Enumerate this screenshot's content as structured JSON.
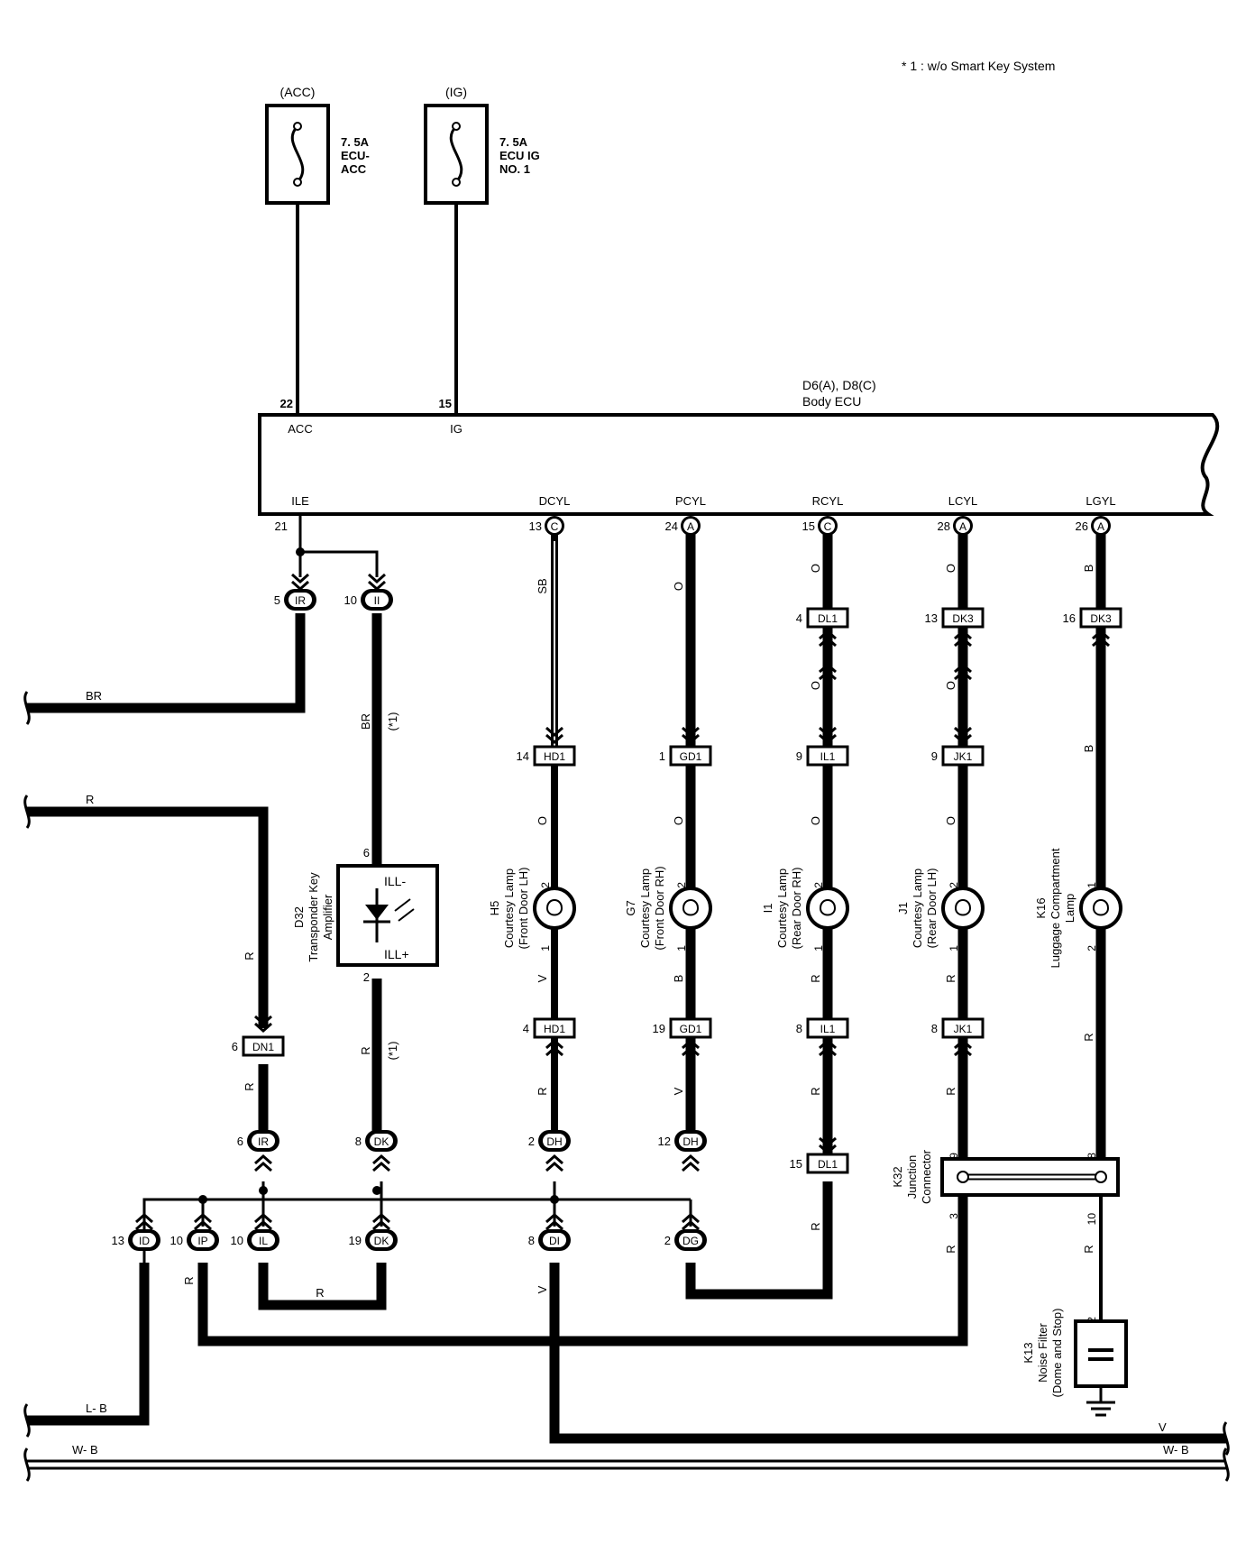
{
  "note": "* 1 : w/o Smart Key System",
  "fuses": [
    {
      "source": "(ACC)",
      "rating": "7. 5A",
      "name": [
        "ECU-",
        "ACC"
      ]
    },
    {
      "source": "(IG)",
      "rating": "7. 5A",
      "name": [
        "ECU IG",
        "NO. 1"
      ]
    }
  ],
  "ecu": {
    "ref": "D6(A), D8(C)",
    "name": "Body ECU",
    "top_pins": [
      {
        "num": "22",
        "label": "ACC"
      },
      {
        "num": "15",
        "label": "IG"
      }
    ],
    "bottom_pins": [
      {
        "num": "21",
        "label": "ILE",
        "conn": ""
      },
      {
        "num": "13",
        "label": "DCYL",
        "conn": "C"
      },
      {
        "num": "24",
        "label": "PCYL",
        "conn": "A"
      },
      {
        "num": "15",
        "label": "RCYL",
        "conn": "C"
      },
      {
        "num": "28",
        "label": "LCYL",
        "conn": "A"
      },
      {
        "num": "26",
        "label": "LGYL",
        "conn": "A"
      }
    ]
  },
  "junction_connectors": [
    {
      "pin": "5",
      "id": "IR"
    },
    {
      "pin": "10",
      "id": "II"
    },
    {
      "pin": "6",
      "id": "IR"
    },
    {
      "pin": "8",
      "id": "DK"
    },
    {
      "pin": "2",
      "id": "DH"
    },
    {
      "pin": "12",
      "id": "DH"
    },
    {
      "pin": "13",
      "id": "ID"
    },
    {
      "pin": "10",
      "id": "IP"
    },
    {
      "pin": "10",
      "id": "IL"
    },
    {
      "pin": "19",
      "id": "DK"
    },
    {
      "pin": "8",
      "id": "DI"
    },
    {
      "pin": "2",
      "id": "DG"
    }
  ],
  "inline_connectors": [
    {
      "pin": "4",
      "id": "DL1"
    },
    {
      "pin": "13",
      "id": "DK3"
    },
    {
      "pin": "16",
      "id": "DK3"
    },
    {
      "pin": "14",
      "id": "HD1"
    },
    {
      "pin": "1",
      "id": "GD1"
    },
    {
      "pin": "9",
      "id": "IL1"
    },
    {
      "pin": "9",
      "id": "JK1"
    },
    {
      "pin": "6",
      "id": "DN1"
    },
    {
      "pin": "4",
      "id": "HD1"
    },
    {
      "pin": "19",
      "id": "GD1"
    },
    {
      "pin": "8",
      "id": "IL1"
    },
    {
      "pin": "8",
      "id": "JK1"
    },
    {
      "pin": "15",
      "id": "DL1"
    }
  ],
  "amplifier": {
    "ref": "D32",
    "name": [
      "Transponder Key",
      "Amplifier"
    ],
    "pin_top": "6",
    "pin_bottom": "2",
    "label_top": "ILL-",
    "label_bottom": "ILL+"
  },
  "lamps": [
    {
      "ref": "H5",
      "name": [
        "Courtesy Lamp",
        "(Front Door LH)"
      ],
      "pin_top": "2",
      "pin_bottom": "1"
    },
    {
      "ref": "G7",
      "name": [
        "Courtesy Lamp",
        "(Front Door RH)"
      ],
      "pin_top": "2",
      "pin_bottom": "1"
    },
    {
      "ref": "I1",
      "name": [
        "Courtesy Lamp",
        "(Rear Door RH)"
      ],
      "pin_top": "2",
      "pin_bottom": "1"
    },
    {
      "ref": "J1",
      "name": [
        "Courtesy Lamp",
        "(Rear Door LH)"
      ],
      "pin_top": "2",
      "pin_bottom": "1"
    },
    {
      "ref": "K16",
      "name": [
        "Luggage Compartment",
        "Lamp"
      ],
      "pin_top": "1",
      "pin_bottom": "2"
    }
  ],
  "junction_connector_k32": {
    "ref": "K32",
    "name": [
      "Junction",
      "Connector"
    ],
    "pins": [
      "9",
      "8",
      "3",
      "10"
    ]
  },
  "noise_filter": {
    "ref": "K13",
    "name": [
      "Noise Filter",
      "(Dome and Stop)"
    ],
    "pin": "2"
  },
  "wire_colors": {
    "BR": "BR",
    "R": "R",
    "SB": "SB",
    "O": "O",
    "B": "B",
    "V": "V",
    "LB": "L- B",
    "WB": "W- B",
    "star1": "(*1)"
  },
  "colors": {
    "ink": "#000000",
    "paper": "#ffffff"
  }
}
